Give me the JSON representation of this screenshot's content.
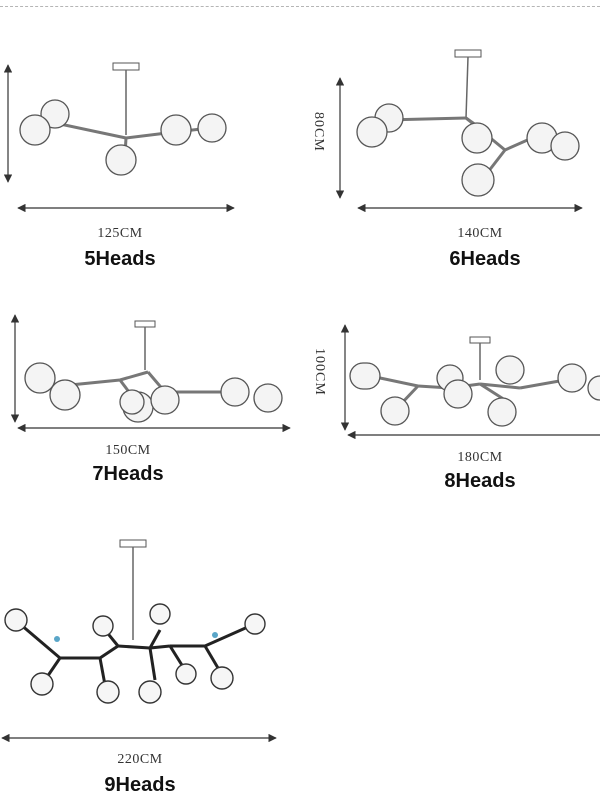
{
  "variants": [
    {
      "width_label": "125CM",
      "heads_label": "5Heads"
    },
    {
      "width_label": "140CM",
      "height_label": "80CM",
      "heads_label": "6Heads"
    },
    {
      "width_label": "150CM",
      "heads_label": "7Heads"
    },
    {
      "width_label": "180CM",
      "height_label": "100CM",
      "heads_label": "8Heads"
    },
    {
      "width_label": "220CM",
      "heads_label": "9Heads"
    }
  ]
}
